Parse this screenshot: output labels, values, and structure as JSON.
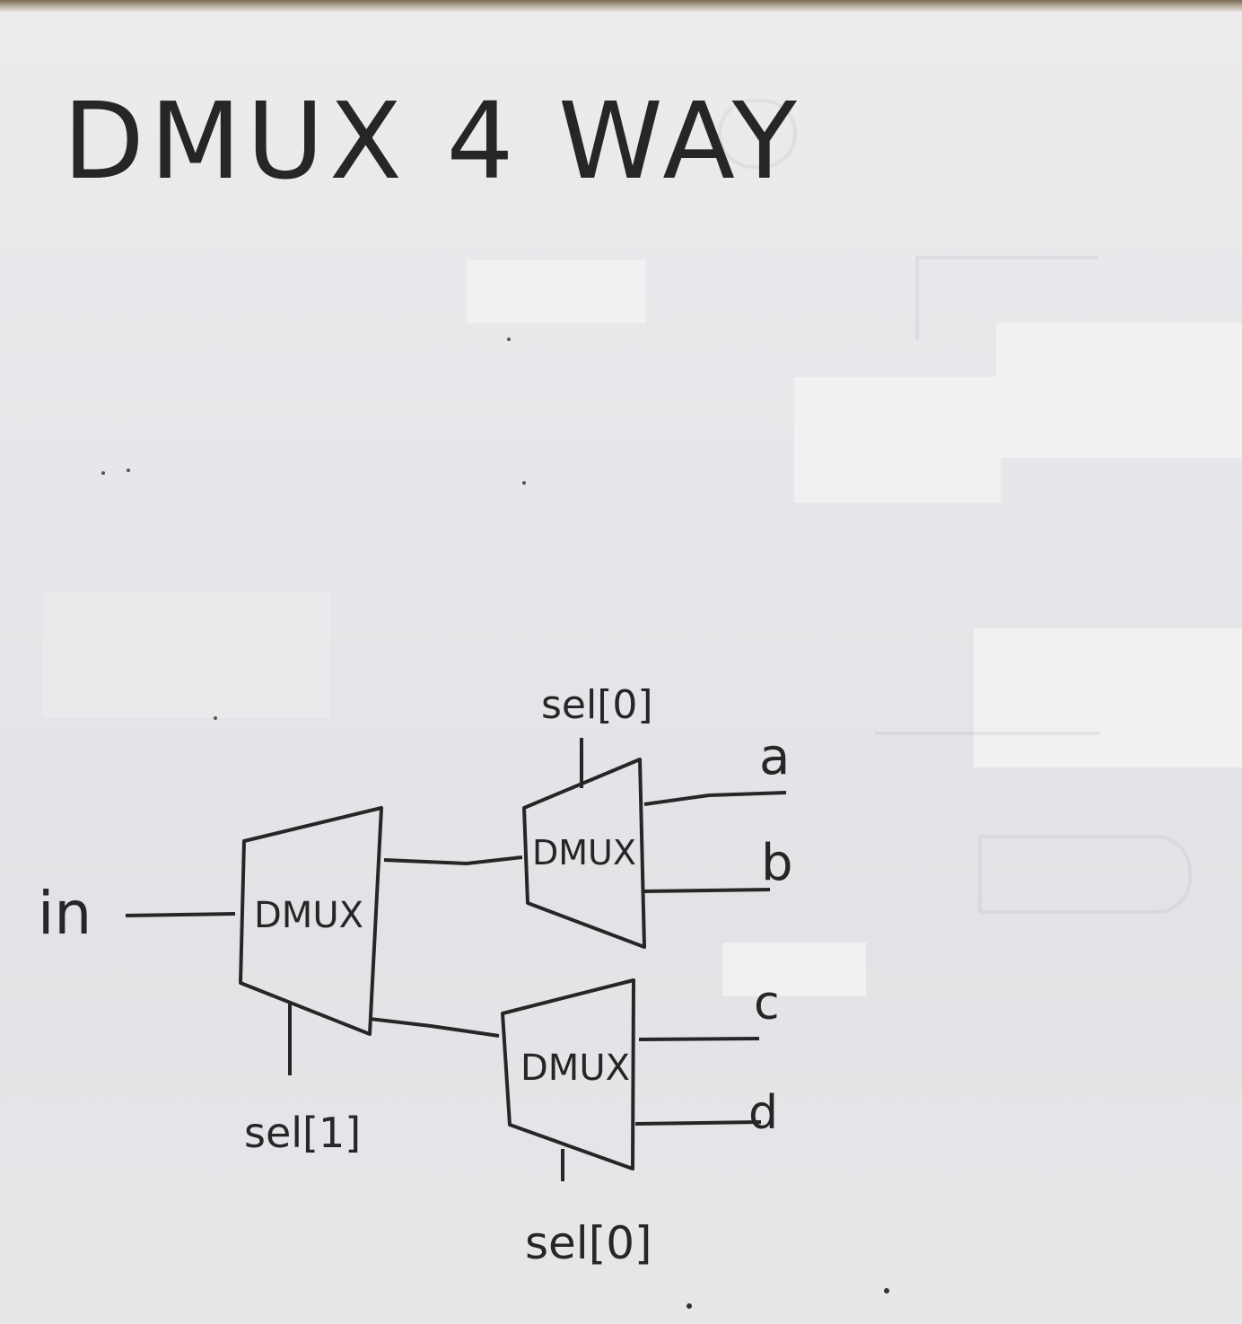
{
  "title": "DMUX 4 WAY",
  "input_label": "in",
  "blocks": {
    "first": "DMUX",
    "upper": "DMUX",
    "lower": "DMUX"
  },
  "select_labels": {
    "first": "sel[1]",
    "upper": "sel[0]",
    "lower": "sel[0]"
  },
  "outputs": [
    "a",
    "b",
    "c",
    "d"
  ],
  "colors": {
    "ink": "#262626",
    "paper": "#e8e9eb"
  }
}
